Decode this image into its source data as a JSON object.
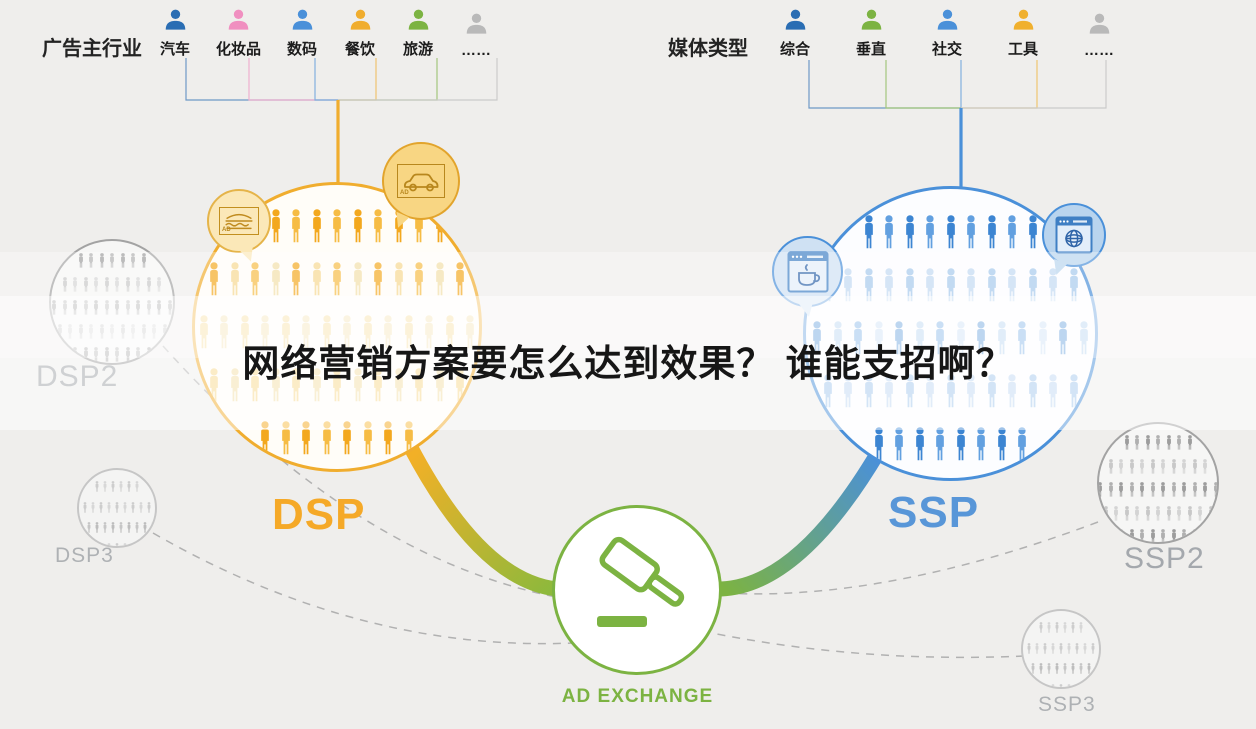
{
  "title": {
    "text": "网络营销方案要怎么达到效果？ 谁能支招啊？"
  },
  "advertisers": {
    "heading": "广告主行业",
    "items": [
      {
        "label": "汽车",
        "color": "#2a6db3"
      },
      {
        "label": "化妆品",
        "color": "#f08fc0"
      },
      {
        "label": "数码",
        "color": "#4a90d9"
      },
      {
        "label": "餐饮",
        "color": "#f0ad2e"
      },
      {
        "label": "旅游",
        "color": "#7cb342"
      },
      {
        "label": "……",
        "color": "#b9b9b9"
      }
    ]
  },
  "media": {
    "heading": "媒体类型",
    "items": [
      {
        "label": "综合",
        "color": "#2a6db3"
      },
      {
        "label": "垂直",
        "color": "#7cb342"
      },
      {
        "label": "社交",
        "color": "#4a90d9"
      },
      {
        "label": "工具",
        "color": "#f0b02e"
      },
      {
        "label": "……",
        "color": "#b9b9b9"
      }
    ]
  },
  "nodes": {
    "dsp": {
      "label": "DSP",
      "person": {
        "w": 16,
        "h": 34,
        "gap": 4.5,
        "rowGap": 14,
        "padTop": 24
      },
      "palette": {
        "bright": [
          "#f3a81e",
          "#f6bc44"
        ],
        "pale": [
          "#f6d88f",
          "#f2dfa8"
        ],
        "mixed": [
          "#f3a81e",
          "#f6d88f",
          "#f6bc44",
          "#f2dfa8"
        ]
      },
      "rows": [
        {
          "count": 11,
          "tone": "bright"
        },
        {
          "count": 13,
          "tone": "mixed"
        },
        {
          "count": 14,
          "tone": "pale"
        },
        {
          "count": 13,
          "tone": "pale"
        },
        {
          "count": 8,
          "tone": "bright"
        }
      ]
    },
    "ssp": {
      "label": "SSP",
      "person": {
        "w": 16,
        "h": 34,
        "gap": 4.5,
        "rowGap": 14,
        "padTop": 26
      },
      "palette": {
        "bright": [
          "#3c85d2",
          "#62a0e0"
        ],
        "pale": [
          "#a6c9ec",
          "#c2d9f2"
        ],
        "mixed": [
          "#3c85d2",
          "#a6c9ec",
          "#62a0e0",
          "#c2d9f2"
        ]
      },
      "rows": [
        {
          "count": 9,
          "tone": "bright"
        },
        {
          "count": 13,
          "tone": "pale"
        },
        {
          "count": 14,
          "tone": "mixed"
        },
        {
          "count": 13,
          "tone": "pale"
        },
        {
          "count": 8,
          "tone": "bright"
        }
      ]
    },
    "dsp2": {
      "label": "DSP2",
      "person": {
        "w": 8,
        "h": 15,
        "gap": 2.5,
        "rowGap": 3.5,
        "padTop": 12
      },
      "palette": {
        "bright": [
          "#9d9d9d",
          "#b0b0b0"
        ],
        "pale": [
          "#c8c8c8",
          "#d4d4d4"
        ]
      },
      "rows": [
        {
          "count": 7,
          "tone": "bright"
        },
        {
          "count": 10,
          "tone": "pale"
        },
        {
          "count": 12,
          "tone": "bright"
        },
        {
          "count": 11,
          "tone": "pale"
        },
        {
          "count": 10,
          "tone": "bright"
        },
        {
          "count": 7,
          "tone": "pale"
        }
      ]
    },
    "dsp3": {
      "label": "DSP3",
      "person": {
        "w": 6,
        "h": 11,
        "gap": 2,
        "rowGap": 2.5,
        "padTop": 9
      },
      "palette": {
        "bright": [
          "#bdbdbd",
          "#c6c6c6"
        ],
        "pale": [
          "#cdcdcd",
          "#d7d7d7"
        ]
      },
      "rows": [
        {
          "count": 6,
          "tone": "pale"
        },
        {
          "count": 9,
          "tone": "pale"
        },
        {
          "count": 10,
          "tone": "bright"
        },
        {
          "count": 9,
          "tone": "pale"
        },
        {
          "count": 6,
          "tone": "pale"
        }
      ]
    },
    "ssp2": {
      "label": "SSP2",
      "person": {
        "w": 8,
        "h": 15,
        "gap": 2.5,
        "rowGap": 3.5,
        "padTop": 11
      },
      "palette": {
        "bright": [
          "#9d9d9d",
          "#b0b0b0"
        ],
        "pale": [
          "#c8c8c8",
          "#d4d4d4"
        ]
      },
      "rows": [
        {
          "count": 7,
          "tone": "bright"
        },
        {
          "count": 10,
          "tone": "pale"
        },
        {
          "count": 12,
          "tone": "bright"
        },
        {
          "count": 11,
          "tone": "pale"
        },
        {
          "count": 10,
          "tone": "bright"
        },
        {
          "count": 7,
          "tone": "pale"
        }
      ]
    },
    "ssp3": {
      "label": "SSP3",
      "person": {
        "w": 6,
        "h": 11,
        "gap": 2,
        "rowGap": 2.5,
        "padTop": 9
      },
      "palette": {
        "bright": [
          "#bdbdbd",
          "#c6c6c6"
        ],
        "pale": [
          "#cdcdcd",
          "#d7d7d7"
        ]
      },
      "rows": [
        {
          "count": 6,
          "tone": "pale"
        },
        {
          "count": 9,
          "tone": "pale"
        },
        {
          "count": 10,
          "tone": "bright"
        },
        {
          "count": 9,
          "tone": "pale"
        },
        {
          "count": 6,
          "tone": "pale"
        }
      ]
    },
    "exchange": {
      "label": "AD EXCHANGE"
    }
  },
  "bubbles": {
    "ad_label": "AD"
  },
  "theme": {
    "canvas_bg": "#efeeec",
    "dsp": "#f0ad2e",
    "dsp_label": "#f5a928",
    "ssp": "#4a90d9",
    "ssp_label": "#5896d8",
    "exchange": "#7cb342",
    "title_color": "#161616",
    "arc_yellow_start": "#f2b027",
    "arc_blue_start": "#4a90d9",
    "arc_green_end": "#8db93c",
    "dashed_line": "#b1b1b1"
  }
}
